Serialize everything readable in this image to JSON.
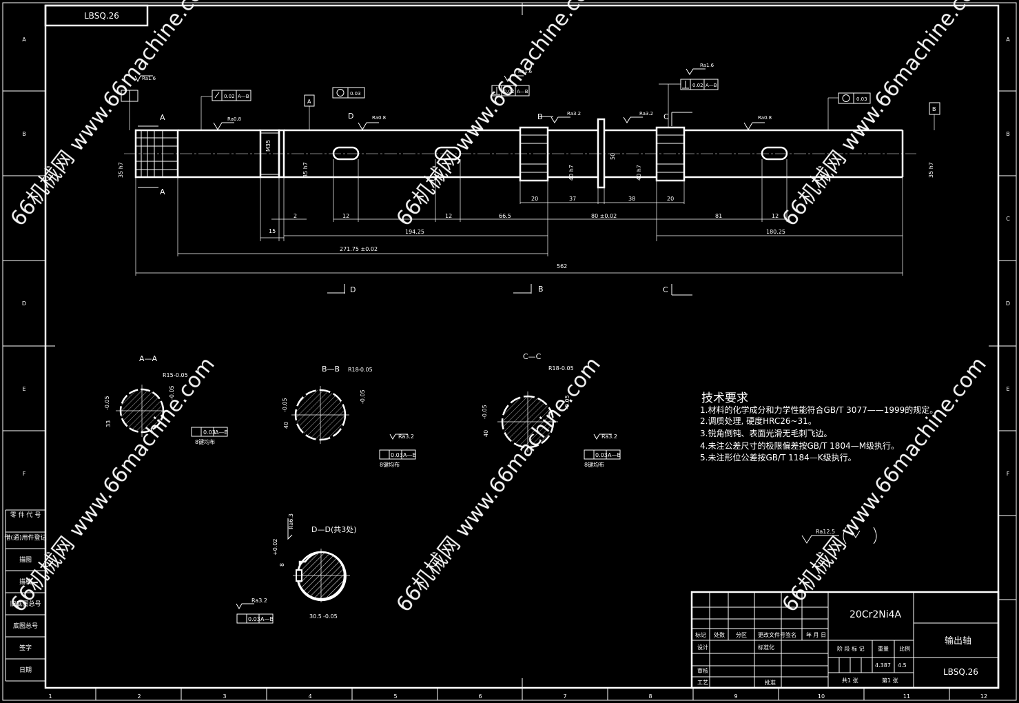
{
  "drawing": {
    "code": "LBSQ.26",
    "part_name": "输出轴",
    "material": "20Cr2Ni4A",
    "weight": "4.387",
    "scale": "4.5",
    "sheets_total": "共1 张",
    "sheet_no": "第1 张"
  },
  "left_strip": [
    "零 件 代 号",
    "借(通)用件登记",
    "描图",
    "描校",
    "旧底图总号",
    "底图总号",
    "签字",
    "日期"
  ],
  "row_marks": [
    "A",
    "B",
    "C",
    "D",
    "E",
    "F"
  ],
  "col_marks": [
    "1",
    "2",
    "3",
    "4",
    "5",
    "6",
    "7",
    "8",
    "9",
    "10",
    "11",
    "12"
  ],
  "tech_req": {
    "title": "技术要求",
    "items": [
      "1.材料的化学成分和力学性能符合GB/T 3077——1999的规定。",
      "2.调质处理, 硬度HRC26~31。",
      "3.锐角倒钝、表面光滑无毛刺飞边。",
      "4.未注公差尺寸的极限偏差按GB/T 1804—M级执行。",
      "5.未注形位公差按GB/T 1184—K级执行。"
    ]
  },
  "roughness_general": "Ra12.5",
  "sections": {
    "aa": {
      "title": "A—A",
      "radius": "R15",
      "tol": "-0.05",
      "dia": "33",
      "dia_tol": "-0.05",
      "width_tol": "-0.05",
      "note": "8键均布",
      "gtol": "0.03",
      "datum": "A—B"
    },
    "bb": {
      "title": "B—B",
      "radius": "R18",
      "tol": "-0.05",
      "dia": "40",
      "dia_tol": "-0.05",
      "width_tol": "-0.05",
      "note": "8键均布",
      "gtol": "0.03",
      "datum": "A—B",
      "ra": "Ra3.2"
    },
    "cc": {
      "title": "C—C",
      "radius": "R18",
      "tol": "-0.05",
      "dia": "40",
      "dia_tol": "-0.05",
      "width_tol": "-0.05",
      "note": "8键均布",
      "gtol": "0.03",
      "datum": "A—B",
      "ra": "Ra3.2"
    },
    "dd": {
      "title": "D—D(共3处)",
      "depth": "30.5",
      "depth_tol": "-0.05",
      "width": "8",
      "width_tol": "+0.02",
      "gtol": "0.03",
      "datum": "A—B",
      "ra": "Ra3.2",
      "ra2": "Ra6.3"
    }
  },
  "main_view": {
    "dims": {
      "d15": "15",
      "d2": "2",
      "d12a": "12",
      "d12b": "12",
      "d66": "66.5",
      "d20a": "20",
      "d37": "37",
      "d80": "80 ±0.02",
      "d38": "38",
      "d20b": "20",
      "d81": "81",
      "d12c": "12",
      "d194": "194.25",
      "d180": "180.25",
      "d271": "271.75 ±0.02",
      "d562": "562"
    },
    "diams": {
      "left_spline": "35 h7",
      "m35": "M35",
      "shaft": "35 h7",
      "b_spline": "40 h7",
      "collar": "50",
      "c_spline": "40 h7",
      "right_end": "35 h7"
    },
    "ra": [
      "Ra1.6",
      "Ra0.8",
      "Ra0.8",
      "Ra1.6",
      "Ra3.2",
      "Ra3.2",
      "Ra1.6",
      "Ra0.8"
    ],
    "gtol": {
      "runout": "0.02",
      "runout_datum": "A—B",
      "round1": "0.03",
      "perp1": "0.02",
      "perp1_datum": "A—B",
      "perp2": "0.02",
      "perp2_datum": "A—B",
      "round2": "0.03"
    },
    "section_labels": {
      "a": "A",
      "b": "B",
      "c": "C",
      "d": "D",
      "datum_a": "A",
      "datum_b": "B"
    }
  },
  "title_block": {
    "rev_cols": [
      "标记",
      "处数",
      "分区",
      "更改文件号",
      "签名",
      "年 月 日"
    ],
    "rows": [
      "设计",
      "审核",
      "工艺"
    ],
    "std": "标准化",
    "approve": "批准",
    "stage": "阶 段 标 记",
    "weight_label": "重量",
    "scale_label": "比例"
  },
  "watermark": "66机械网 www.66machine.com"
}
